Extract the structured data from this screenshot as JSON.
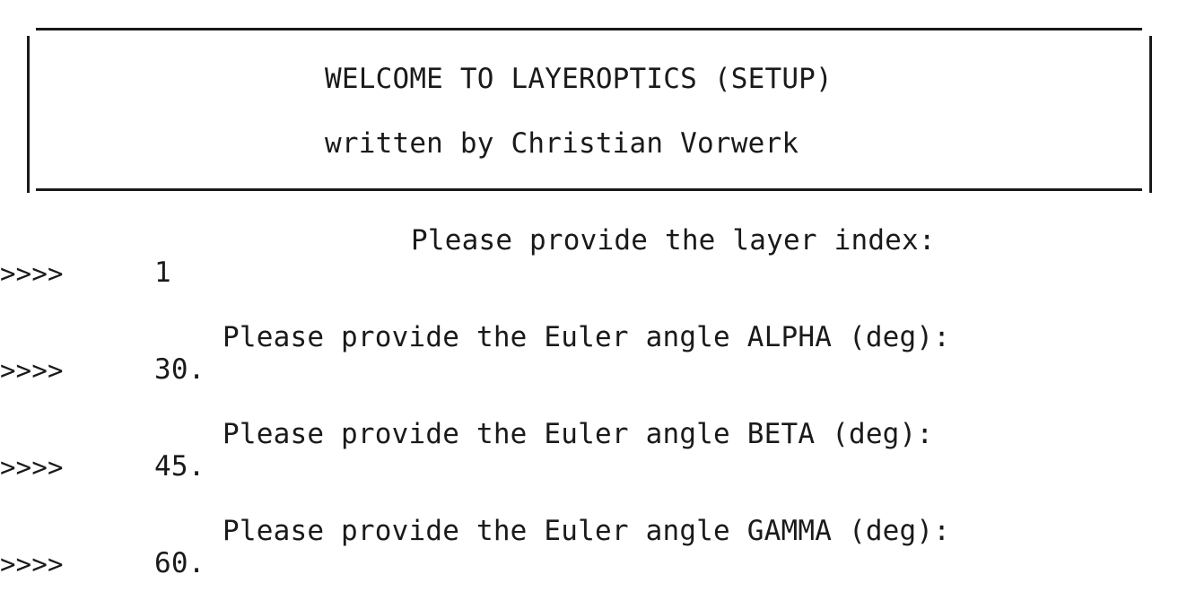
{
  "banner": {
    "title": "WELCOME TO LAYEROPTICS (SETUP)",
    "author": "written by Christian Vorwerk"
  },
  "dialog": [
    {
      "prompt": "Please provide the layer index:",
      "marker": ">>>>",
      "value": "1"
    },
    {
      "prompt": "Please provide the Euler angle ALPHA (deg):",
      "marker": ">>>>",
      "value": "30."
    },
    {
      "prompt": "Please provide the Euler angle BETA (deg):",
      "marker": ">>>>",
      "value": "45."
    },
    {
      "prompt": "Please provide the Euler angle GAMMA (deg):",
      "marker": ">>>>",
      "value": "60."
    }
  ]
}
